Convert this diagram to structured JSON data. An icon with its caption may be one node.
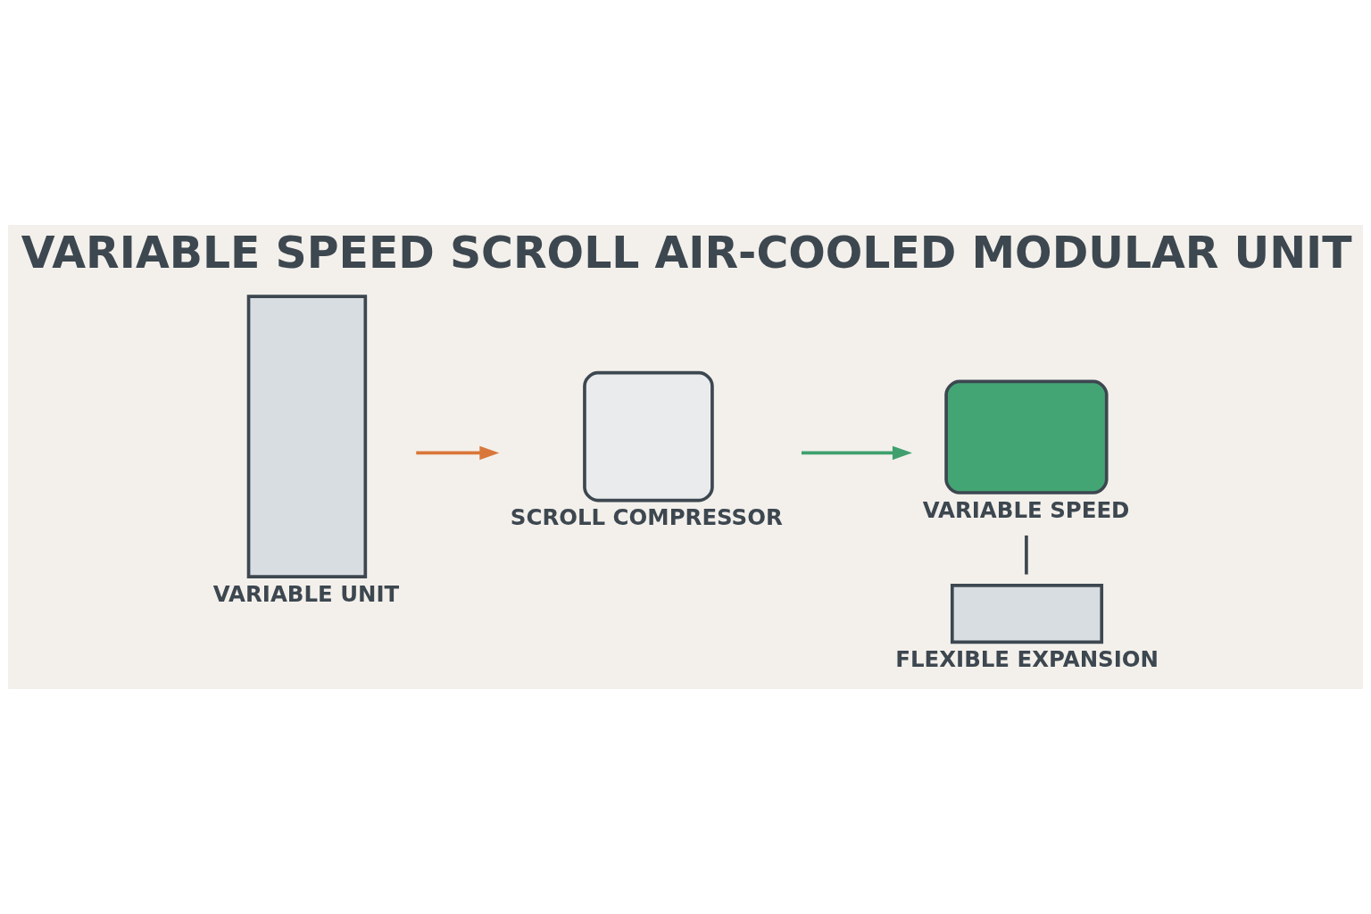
{
  "diagram": {
    "title": "VARIABLE SPEED SCROLL AIR-COOLED MODULAR UNIT",
    "nodes": [
      {
        "text": [
          "VARIABLE UNIT"
        ]
      },
      {
        "text": [
          "SCROLL COMPRESSOR"
        ]
      },
      {
        "text": [
          "VARIABLE SPEED"
        ]
      },
      {
        "text": [
          "FLEXIBLE EXPANSION"
        ]
      }
    ],
    "edges": [
      {
        "from": 0,
        "to": 1,
        "arrow": "to",
        "color": "#d9773a"
      },
      {
        "from": 1,
        "to": 2,
        "arrow": "to",
        "color": "#3fa06e"
      },
      {
        "from": 2,
        "to": 3,
        "arrow": "none",
        "color": "#3d4750"
      }
    ]
  }
}
